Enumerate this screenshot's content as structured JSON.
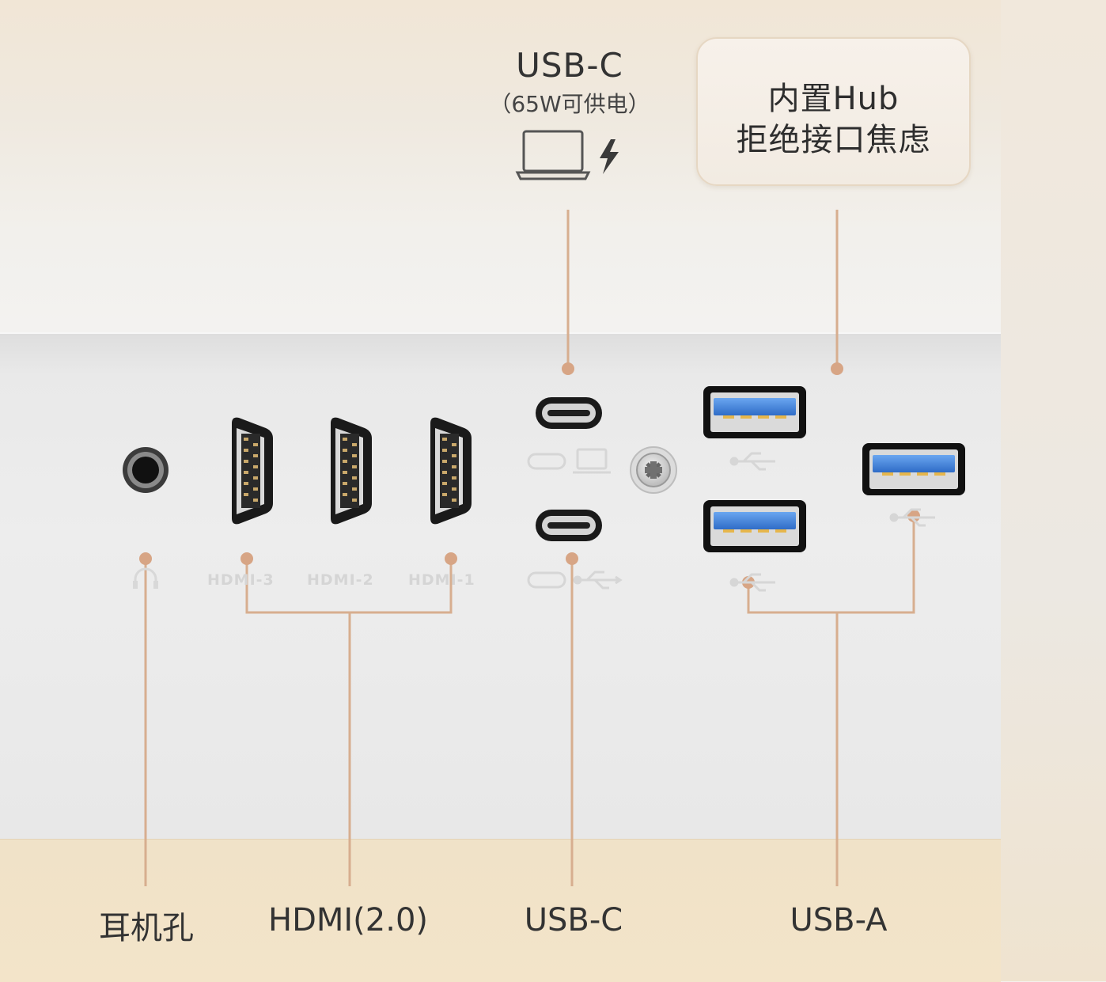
{
  "top_callout": {
    "usb_c_title": "USB-C",
    "usb_c_subtitle": "（65W可供电）"
  },
  "hub_callout": {
    "line1": "内置Hub",
    "line2": "拒绝接口焦虑"
  },
  "port_tags": {
    "hdmi_3": "HDMI-3",
    "hdmi_2": "HDMI-2",
    "hdmi_1": "HDMI-1"
  },
  "bottom_labels": {
    "headphone": "耳机孔",
    "hdmi": "HDMI(2.0)",
    "usb_c": "USB-C",
    "usb_a": "USB-A"
  },
  "colors": {
    "leader_line": "#d7ae8f",
    "usb3_blue": "#3f7ed8",
    "band": "#f3e4c9"
  },
  "icons": [
    "laptop-icon",
    "lightning-icon",
    "headphone-icon",
    "usb-symbol-icon",
    "usb-c-symbol-icon",
    "screw-icon"
  ]
}
